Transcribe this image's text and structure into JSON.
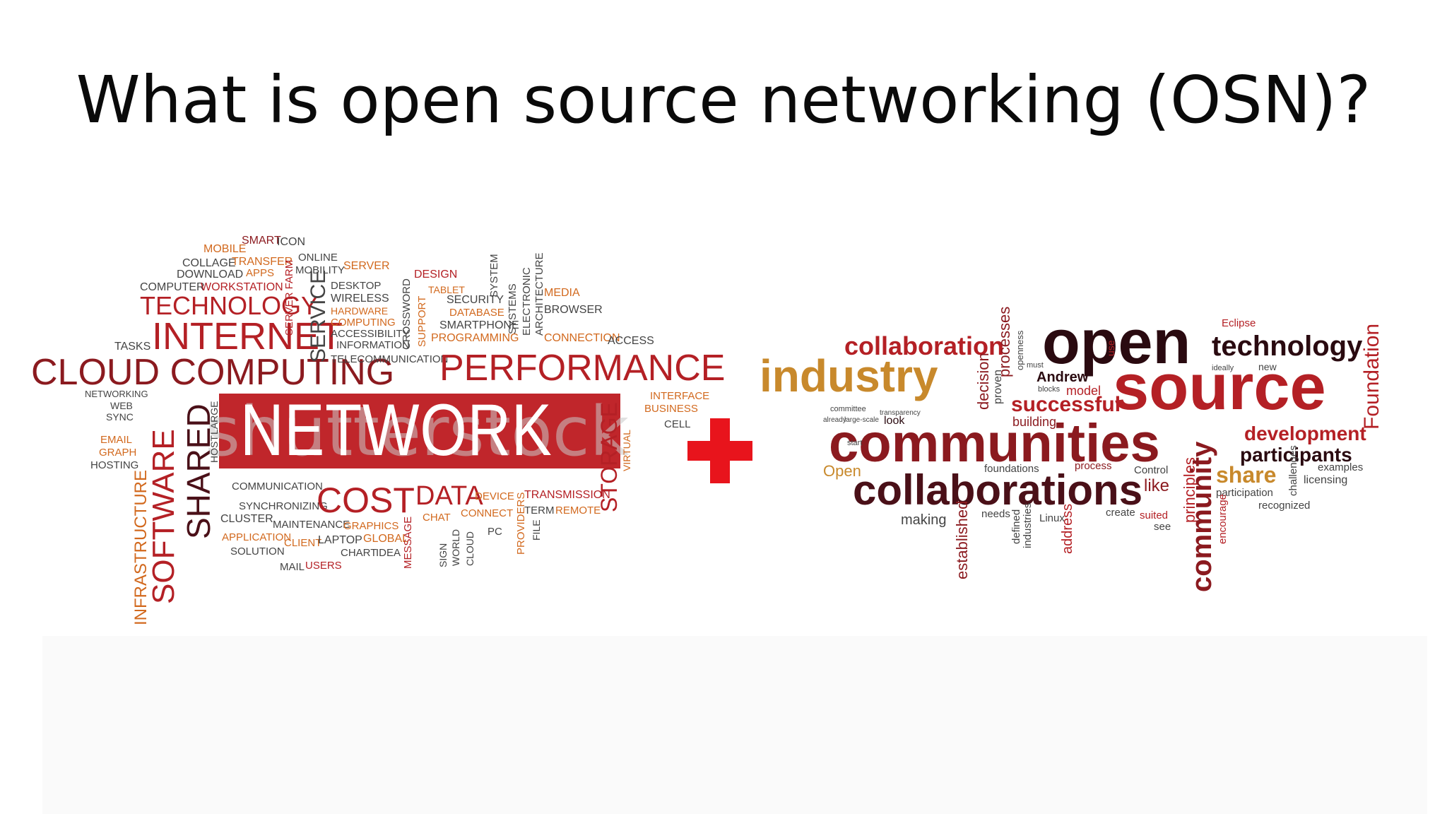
{
  "title": "What is open source networking (OSN)?",
  "left_cloud": {
    "network": "NETWORK",
    "watermark": "shutterstock",
    "words": {
      "mobile": "MOBILE",
      "smart": "SMART",
      "icon": "ICON",
      "collage": "COLLAGE",
      "transfer": "TRANSFER",
      "online": "ONLINE",
      "download": "DOWNLOAD",
      "apps": "APPS",
      "mobility": "MOBILITY",
      "server": "SERVER",
      "computer": "COMPUTER",
      "workstation": "WORKSTATION",
      "desktop": "DESKTOP",
      "design": "DESIGN",
      "technology": "TECHNOLOGY",
      "wireless": "WIRELESS",
      "tablet": "TABLET",
      "security": "SECURITY",
      "media": "MEDIA",
      "hardware": "HARDWARE",
      "database": "DATABASE",
      "browser": "BROWSER",
      "internet": "INTERNET",
      "computing": "COMPUTING",
      "smartphone": "SMARTPHONE",
      "tasks": "TASKS",
      "accessibility": "ACCESSIBILITY",
      "programming": "PROGRAMMING",
      "connection": "CONNECTION",
      "access": "ACCESS",
      "information": "INFORMATION",
      "cloud_computing": "CLOUD COMPUTING",
      "telecommunication": "TELECOMMUNICATION",
      "performance": "PERFORMANCE",
      "networking": "NETWORKING",
      "web": "WEB",
      "sync": "SYNC",
      "email": "EMAIL",
      "graph": "GRAPH",
      "hosting": "HOSTING",
      "interface": "INTERFACE",
      "business": "BUSINESS",
      "cell": "CELL",
      "communication": "COMMUNICATION",
      "synchronizing": "SYNCHRONIZING",
      "cost": "COST",
      "data": "DATA",
      "device": "DEVICE",
      "transmission": "TRANSMISSION",
      "cluster": "CLUSTER",
      "maintenance": "MAINTENANCE",
      "chat": "CHAT",
      "connect": "CONNECT",
      "term": "TERM",
      "remote": "REMOTE",
      "application": "APPLICATION",
      "graphics": "GRAPHICS",
      "client": "CLIENT",
      "laptop": "LAPTOP",
      "global": "GLOBAL",
      "pc": "PC",
      "solution": "SOLUTION",
      "chart": "CHART",
      "idea": "IDEA",
      "mail": "MAIL",
      "users": "USERS",
      "infrastructure": "INFRASTRUCTURE",
      "software": "SOFTWARE",
      "shared": "SHARED",
      "host": "HOST",
      "large": "LARGE",
      "service": "SERVICE",
      "server_farm": "SERVER FARM",
      "crossword": "CROSSWORD",
      "support": "SUPPORT",
      "systems": "SYSTEMS",
      "system": "SYSTEM",
      "electronic": "ELECTRONIC",
      "architecture": "ARCHITECTURE",
      "storage": "STORAGE",
      "virtual": "VIRTUAL",
      "message": "MESSAGE",
      "sign": "SIGN",
      "world": "WORLD",
      "cloud": "CLOUD",
      "providers": "PROVIDERS",
      "file": "FILE"
    }
  },
  "right_cloud": {
    "words": {
      "collaboration": "collaboration",
      "processes": "processes",
      "openness": "openness",
      "open": "open",
      "eclipse": "Eclipse",
      "technology": "technology",
      "industry": "industry",
      "decision": "decision",
      "proven": "proven",
      "andrew": "Andrew",
      "use": "use",
      "source": "source",
      "foundation": "Foundation",
      "successful": "successful",
      "model": "model",
      "building": "building",
      "communities": "communities",
      "development": "development",
      "participants": "participants",
      "open_cap": "Open",
      "foundations": "foundations",
      "process": "process",
      "control": "Control",
      "share": "share",
      "examples": "examples",
      "licensing": "licensing",
      "collaborations": "collaborations",
      "like": "like",
      "participation": "participation",
      "recognized": "recognized",
      "making": "making",
      "needs": "needs",
      "linux": "Linux",
      "create": "create",
      "suited": "suited",
      "see": "see",
      "established": "established",
      "defined": "defined",
      "industries": "industries",
      "address": "address",
      "principles": "principles",
      "community": "community",
      "encourage": "encourage",
      "challenges": "challenges",
      "look": "look",
      "start": "start",
      "committee": "committee",
      "transparency": "transparency",
      "already": "already",
      "large_scale": "large-scale",
      "must": "must",
      "blocks": "blocks",
      "new": "new",
      "ideally": "ideally"
    }
  },
  "colors": {
    "network_red": "#c0262b",
    "plus_red": "#e8141c",
    "dark_red": "#8b1a1f",
    "mid_red": "#b42025",
    "orange": "#d2691e",
    "gold": "#c8a146",
    "dark_maroon": "#4a1018",
    "near_black": "#2a0a10",
    "gray": "#444444"
  },
  "icons": {
    "plus": "plus-icon"
  }
}
